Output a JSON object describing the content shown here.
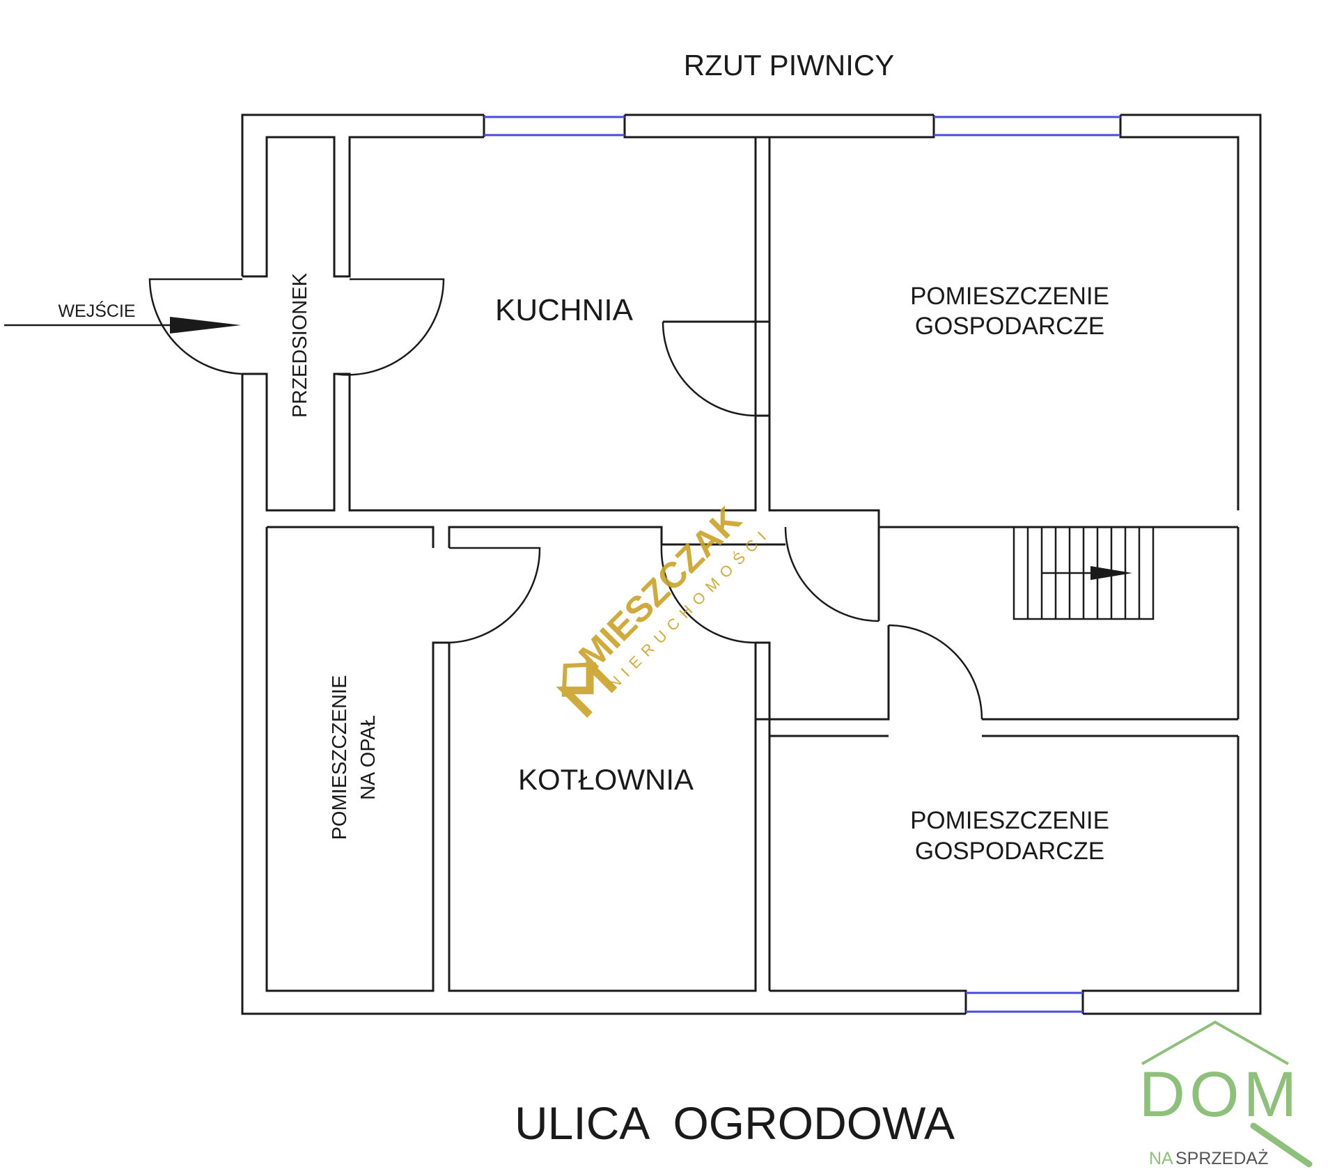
{
  "title": "RZUT PIWNICY",
  "street": "ULICA  OGRODOWA",
  "entrance_label": "WEJŚCIE",
  "rooms": {
    "vestibule": "PRZEDSIONEK",
    "kitchen": "KUCHNIA",
    "utility_top_line1": "POMIESZCZENIE",
    "utility_top_line2": "GOSPODARCZE",
    "fuel_line1": "POMIESZCZENIE",
    "fuel_line2": "NA OPAŁ",
    "boiler": "KOTŁOWNIA",
    "utility_bottom_line1": "POMIESZCZENIE",
    "utility_bottom_line2": "GOSPODARCZE"
  },
  "watermark": {
    "brand": "MIESZCZAK",
    "subtitle": "NIERUCHOMOŚCI",
    "color": "#c9a227"
  },
  "logo": {
    "word": "DOM",
    "tagline_prefix": "NA",
    "tagline": "SPRZEDAŻ",
    "color": "#8ec07c"
  },
  "colors": {
    "wall": "#1a1a1a",
    "window": "#4a4adf"
  }
}
